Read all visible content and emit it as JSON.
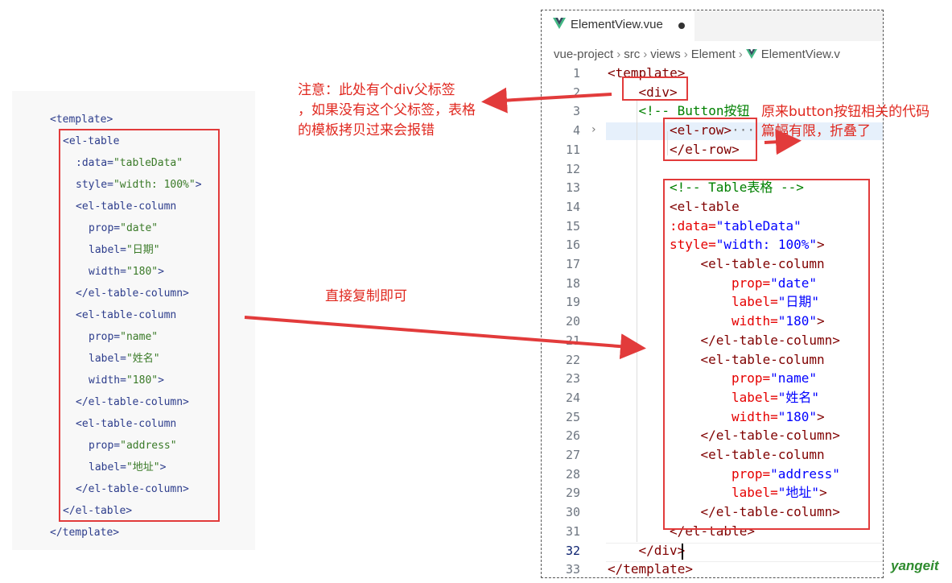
{
  "left_code": {
    "lines": [
      {
        "indent": 0,
        "parts": [
          {
            "t": "<template>",
            "c": "tag"
          }
        ]
      },
      {
        "indent": 1,
        "parts": [
          {
            "t": "<el-table",
            "c": "tag"
          }
        ]
      },
      {
        "indent": 2,
        "parts": [
          {
            "t": ":data=",
            "c": "tag"
          },
          {
            "t": "\"tableData\"",
            "c": "str"
          }
        ]
      },
      {
        "indent": 2,
        "parts": [
          {
            "t": "style=",
            "c": "tag"
          },
          {
            "t": "\"width: 100%\"",
            "c": "str"
          },
          {
            "t": ">",
            "c": "tag"
          }
        ]
      },
      {
        "indent": 2,
        "parts": [
          {
            "t": "<el-table-column",
            "c": "tag"
          }
        ]
      },
      {
        "indent": 3,
        "parts": [
          {
            "t": "prop=",
            "c": "tag"
          },
          {
            "t": "\"date\"",
            "c": "str"
          }
        ]
      },
      {
        "indent": 3,
        "parts": [
          {
            "t": "label=",
            "c": "tag"
          },
          {
            "t": "\"日期\"",
            "c": "str"
          }
        ]
      },
      {
        "indent": 3,
        "parts": [
          {
            "t": "width=",
            "c": "tag"
          },
          {
            "t": "\"180\"",
            "c": "str"
          },
          {
            "t": ">",
            "c": "tag"
          }
        ]
      },
      {
        "indent": 2,
        "parts": [
          {
            "t": "</el-table-column>",
            "c": "tag"
          }
        ]
      },
      {
        "indent": 2,
        "parts": [
          {
            "t": "<el-table-column",
            "c": "tag"
          }
        ]
      },
      {
        "indent": 3,
        "parts": [
          {
            "t": "prop=",
            "c": "tag"
          },
          {
            "t": "\"name\"",
            "c": "str"
          }
        ]
      },
      {
        "indent": 3,
        "parts": [
          {
            "t": "label=",
            "c": "tag"
          },
          {
            "t": "\"姓名\"",
            "c": "str"
          }
        ]
      },
      {
        "indent": 3,
        "parts": [
          {
            "t": "width=",
            "c": "tag"
          },
          {
            "t": "\"180\"",
            "c": "str"
          },
          {
            "t": ">",
            "c": "tag"
          }
        ]
      },
      {
        "indent": 2,
        "parts": [
          {
            "t": "</el-table-column>",
            "c": "tag"
          }
        ]
      },
      {
        "indent": 2,
        "parts": [
          {
            "t": "<el-table-column",
            "c": "tag"
          }
        ]
      },
      {
        "indent": 3,
        "parts": [
          {
            "t": "prop=",
            "c": "tag"
          },
          {
            "t": "\"address\"",
            "c": "str"
          }
        ]
      },
      {
        "indent": 3,
        "parts": [
          {
            "t": "label=",
            "c": "tag"
          },
          {
            "t": "\"地址\"",
            "c": "str"
          },
          {
            "t": ">",
            "c": "tag"
          }
        ]
      },
      {
        "indent": 2,
        "parts": [
          {
            "t": "</el-table-column>",
            "c": "tag"
          }
        ]
      },
      {
        "indent": 1,
        "parts": [
          {
            "t": "</el-table>",
            "c": "tag"
          }
        ]
      },
      {
        "indent": 0,
        "parts": [
          {
            "t": "</template>",
            "c": "tag"
          }
        ]
      }
    ]
  },
  "editor": {
    "tab_title": "ElementView.vue",
    "breadcrumb": [
      "vue-project",
      "src",
      "views",
      "Element",
      "ElementView.v"
    ],
    "active_line": "32",
    "lines": [
      {
        "n": "1",
        "indent": 0,
        "parts": [
          {
            "t": "<template>",
            "c": "tag"
          }
        ]
      },
      {
        "n": "2",
        "indent": 1,
        "parts": [
          {
            "t": "<div>",
            "c": "tag"
          }
        ]
      },
      {
        "n": "3",
        "indent": 1,
        "parts": [
          {
            "t": "<!-- Button按钮",
            "c": "cm"
          }
        ]
      },
      {
        "n": "4",
        "indent": 2,
        "parts": [
          {
            "t": "<el-row>",
            "c": "tag"
          },
          {
            "t": "···",
            "c": "fold"
          }
        ]
      },
      {
        "n": "11",
        "indent": 2,
        "parts": [
          {
            "t": "</el-row>",
            "c": "tag"
          }
        ]
      },
      {
        "n": "12",
        "indent": 0,
        "parts": []
      },
      {
        "n": "13",
        "indent": 2,
        "parts": [
          {
            "t": "<!-- Table表格 -->",
            "c": "cm"
          }
        ]
      },
      {
        "n": "14",
        "indent": 2,
        "parts": [
          {
            "t": "<el-table",
            "c": "tag"
          }
        ]
      },
      {
        "n": "15",
        "indent": 2,
        "parts": [
          {
            "t": ":data=",
            "c": "attr"
          },
          {
            "t": "\"tableData\"",
            "c": "str"
          }
        ]
      },
      {
        "n": "16",
        "indent": 2,
        "parts": [
          {
            "t": "style=",
            "c": "attr"
          },
          {
            "t": "\"width: 100%\"",
            "c": "str"
          },
          {
            "t": ">",
            "c": "tag"
          }
        ]
      },
      {
        "n": "17",
        "indent": 3,
        "parts": [
          {
            "t": "<el-table-column",
            "c": "tag"
          }
        ]
      },
      {
        "n": "18",
        "indent": 4,
        "parts": [
          {
            "t": "prop=",
            "c": "attr"
          },
          {
            "t": "\"date\"",
            "c": "str"
          }
        ]
      },
      {
        "n": "19",
        "indent": 4,
        "parts": [
          {
            "t": "label=",
            "c": "attr"
          },
          {
            "t": "\"日期\"",
            "c": "str"
          }
        ]
      },
      {
        "n": "20",
        "indent": 4,
        "parts": [
          {
            "t": "width=",
            "c": "attr"
          },
          {
            "t": "\"180\"",
            "c": "str"
          },
          {
            "t": ">",
            "c": "tag"
          }
        ]
      },
      {
        "n": "21",
        "indent": 3,
        "parts": [
          {
            "t": "</el-table-column>",
            "c": "tag"
          }
        ]
      },
      {
        "n": "22",
        "indent": 3,
        "parts": [
          {
            "t": "<el-table-column",
            "c": "tag"
          }
        ]
      },
      {
        "n": "23",
        "indent": 4,
        "parts": [
          {
            "t": "prop=",
            "c": "attr"
          },
          {
            "t": "\"name\"",
            "c": "str"
          }
        ]
      },
      {
        "n": "24",
        "indent": 4,
        "parts": [
          {
            "t": "label=",
            "c": "attr"
          },
          {
            "t": "\"姓名\"",
            "c": "str"
          }
        ]
      },
      {
        "n": "25",
        "indent": 4,
        "parts": [
          {
            "t": "width=",
            "c": "attr"
          },
          {
            "t": "\"180\"",
            "c": "str"
          },
          {
            "t": ">",
            "c": "tag"
          }
        ]
      },
      {
        "n": "26",
        "indent": 3,
        "parts": [
          {
            "t": "</el-table-column>",
            "c": "tag"
          }
        ]
      },
      {
        "n": "27",
        "indent": 3,
        "parts": [
          {
            "t": "<el-table-column",
            "c": "tag"
          }
        ]
      },
      {
        "n": "28",
        "indent": 4,
        "parts": [
          {
            "t": "prop=",
            "c": "attr"
          },
          {
            "t": "\"address\"",
            "c": "str"
          }
        ]
      },
      {
        "n": "29",
        "indent": 4,
        "parts": [
          {
            "t": "label=",
            "c": "attr"
          },
          {
            "t": "\"地址\"",
            "c": "str"
          },
          {
            "t": ">",
            "c": "tag"
          }
        ]
      },
      {
        "n": "30",
        "indent": 3,
        "parts": [
          {
            "t": "</el-table-column>",
            "c": "tag"
          }
        ]
      },
      {
        "n": "31",
        "indent": 2,
        "parts": [
          {
            "t": "</el-table>",
            "c": "tag"
          }
        ]
      },
      {
        "n": "32",
        "indent": 1,
        "parts": [
          {
            "t": "</div>",
            "c": "tag"
          }
        ]
      },
      {
        "n": "33",
        "indent": 0,
        "parts": [
          {
            "t": "</template>",
            "c": "tag"
          }
        ]
      }
    ]
  },
  "annotations": {
    "note_div_1": "注意：此处有个div父标签",
    "note_div_2": "，如果没有这个父标签，表格",
    "note_div_3": "的模板拷贝过来会报错",
    "note_button_1": "原来button按钮相关的代码",
    "note_button_2": "篇幅有限，折叠了",
    "note_copy": "直接复制即可"
  },
  "watermark": "yangeit",
  "colors": {
    "annotation_red": "#e23b3b",
    "vue_green": "#41b883"
  }
}
